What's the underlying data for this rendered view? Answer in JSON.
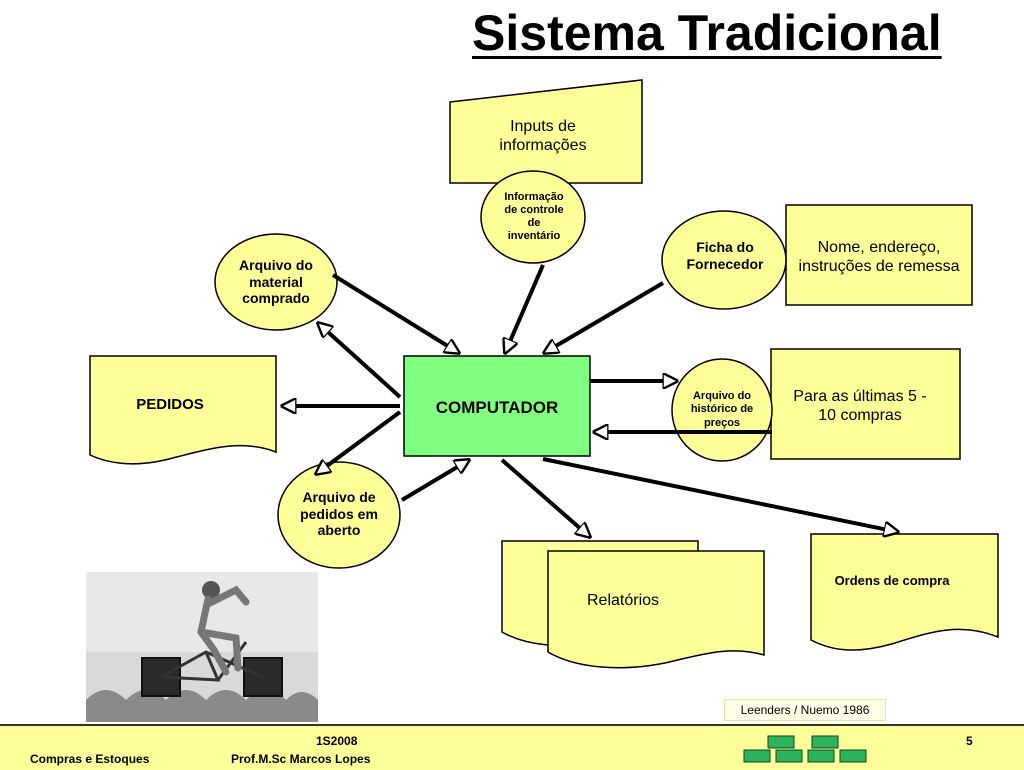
{
  "slide": {
    "title": "Sistema Tradicional",
    "credit": "Leenders / Nuemo  1986"
  },
  "nodes": {
    "computer": "COMPUTADOR",
    "inputs": "Inputs de informações",
    "inventory_control": "Informação de controle de inventário",
    "material_file": "Arquivo do material comprado",
    "supplier_card": "Ficha do Fornecedor",
    "supplier_note": "Nome, endereço, instruções de remessa",
    "orders": "PEDIDOS",
    "price_history": "Arquivo do histórico de preços",
    "price_note": "Para as últimas 5 - 10 compras",
    "open_orders": "Arquivo de pedidos em aberto",
    "reports": "Relatórios",
    "purchase_orders": "Ordens de compra"
  },
  "footer": {
    "course": "Compras e Estoques",
    "semester": "1S2008",
    "professor": "Prof.M.Sc Marcos Lopes",
    "page": "5"
  },
  "colors": {
    "box_fill": "#ffff99",
    "computer_fill": "#80ff80",
    "footer_fill": "#ffff99",
    "logo_fill": "#2db35a"
  }
}
